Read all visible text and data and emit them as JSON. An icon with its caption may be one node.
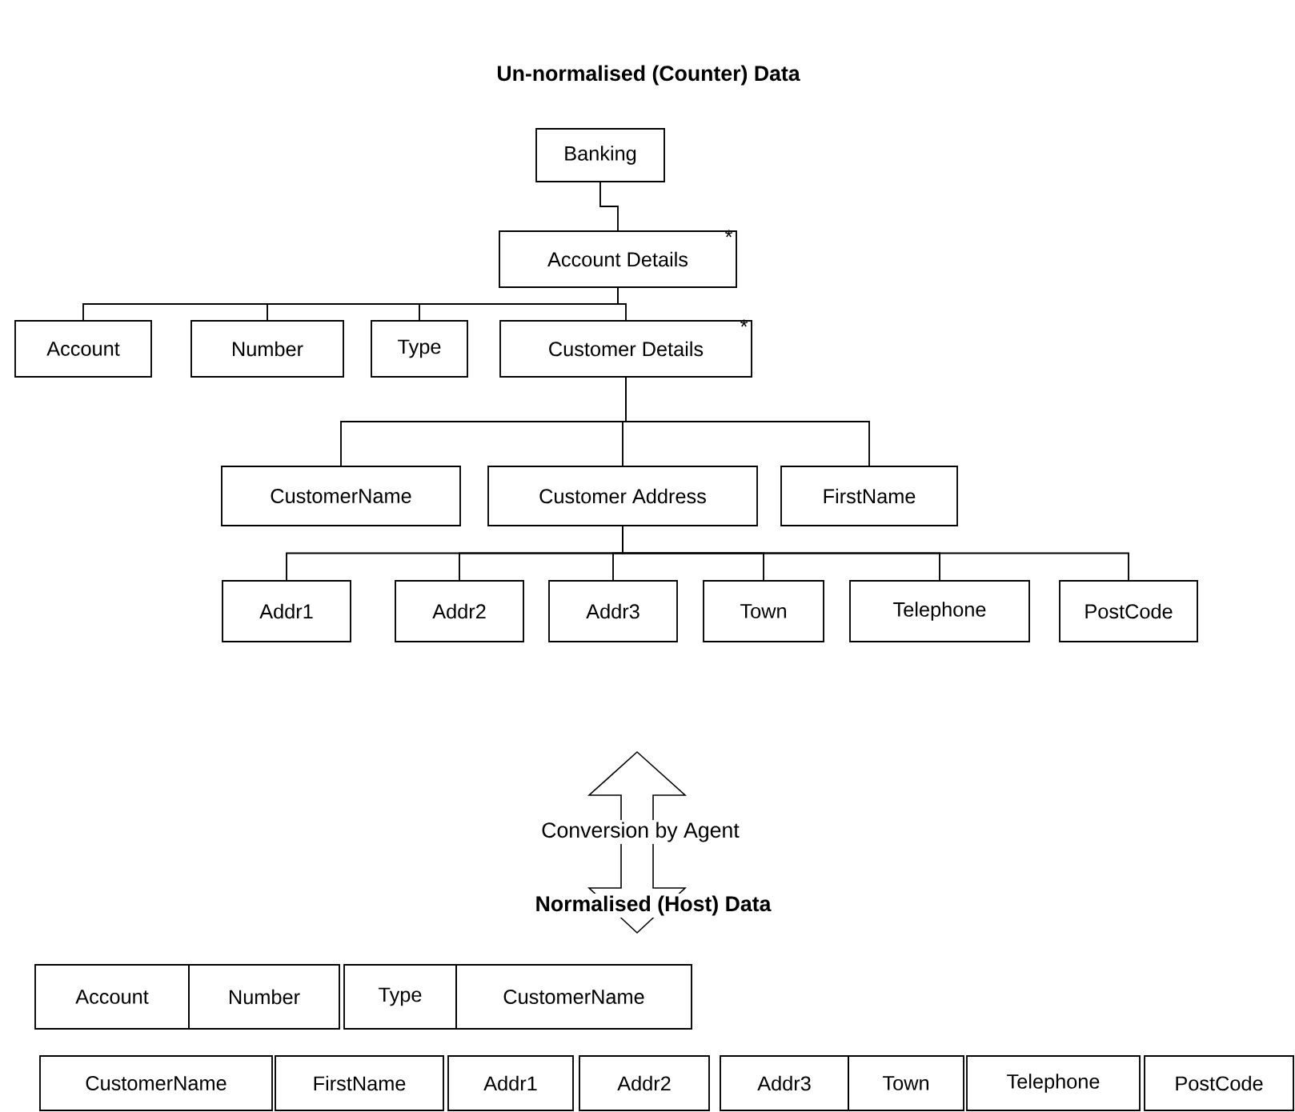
{
  "diagram": {
    "title": "Un-normalised (Counter) Data",
    "nodes": [
      {
        "text": [
          "Banking"
        ]
      },
      {
        "text": [
          "Account Details",
          "*"
        ]
      },
      {
        "text": [
          "Account"
        ]
      },
      {
        "text": [
          "Number"
        ]
      },
      {
        "text": [
          "Type"
        ]
      },
      {
        "text": [
          "Customer Details",
          "*"
        ]
      },
      {
        "text": [
          "CustomerName"
        ]
      },
      {
        "text": [
          "Customer Address"
        ]
      },
      {
        "text": [
          "FirstName"
        ]
      },
      {
        "text": [
          "Addr1"
        ]
      },
      {
        "text": [
          "Addr2"
        ]
      },
      {
        "text": [
          "Addr3"
        ]
      },
      {
        "text": [
          "Town"
        ]
      },
      {
        "text": [
          "Telephone"
        ]
      },
      {
        "text": [
          "PostCode"
        ]
      },
      {
        "text": [
          "Account"
        ]
      },
      {
        "text": [
          "Number"
        ]
      },
      {
        "text": [
          "Type"
        ]
      },
      {
        "text": [
          "CustomerName"
        ]
      },
      {
        "text": [
          "CustomerName"
        ]
      },
      {
        "text": [
          "FirstName"
        ]
      },
      {
        "text": [
          "Addr1"
        ]
      },
      {
        "text": [
          "Addr2"
        ]
      },
      {
        "text": [
          "Addr3"
        ]
      },
      {
        "text": [
          "Town"
        ]
      },
      {
        "text": [
          "Telephone"
        ]
      },
      {
        "text": [
          "PostCode"
        ]
      }
    ],
    "edges": [
      {
        "from": 0,
        "to": 1,
        "arrow": "none"
      },
      {
        "from": 1,
        "to": 2,
        "arrow": "none"
      },
      {
        "from": 1,
        "to": 3,
        "arrow": "none"
      },
      {
        "from": 1,
        "to": 4,
        "arrow": "none"
      },
      {
        "from": 1,
        "to": 5,
        "arrow": "none"
      },
      {
        "from": 5,
        "to": 6,
        "arrow": "none"
      },
      {
        "from": 5,
        "to": 7,
        "arrow": "none"
      },
      {
        "from": 5,
        "to": 8,
        "arrow": "none"
      },
      {
        "from": 7,
        "to": 9,
        "arrow": "none"
      },
      {
        "from": 7,
        "to": 10,
        "arrow": "none"
      },
      {
        "from": 7,
        "to": 11,
        "arrow": "none"
      },
      {
        "from": 7,
        "to": 12,
        "arrow": "none"
      },
      {
        "from": 7,
        "to": 13,
        "arrow": "none"
      },
      {
        "from": 7,
        "to": 14,
        "arrow": "none"
      }
    ],
    "labels": [
      "Conversion by Agent",
      "Normalised (Host) Data"
    ]
  }
}
